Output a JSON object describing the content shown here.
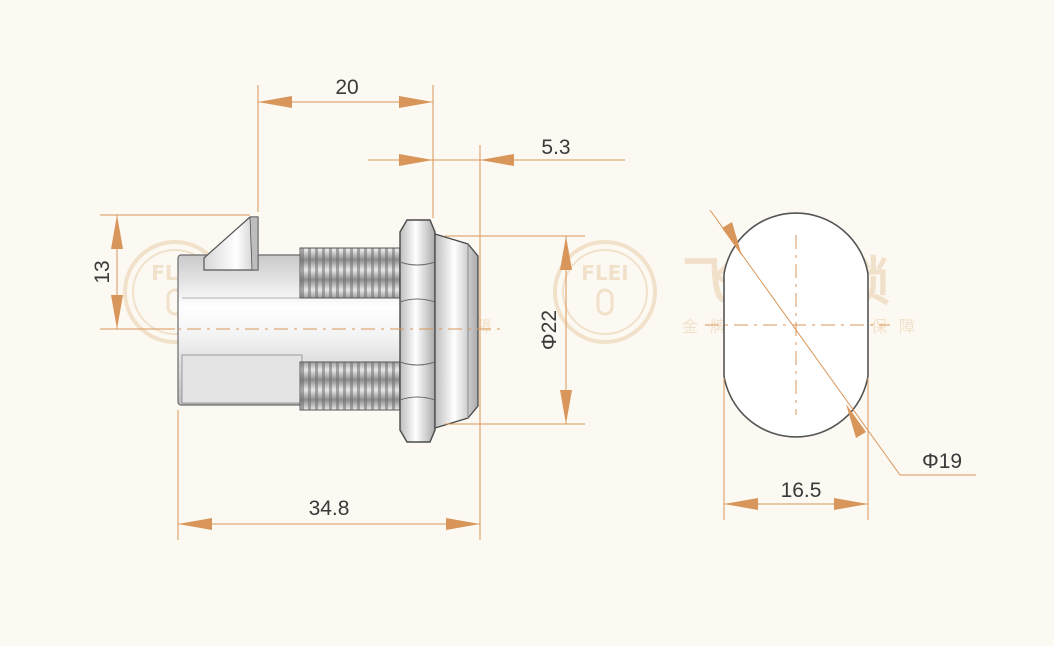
{
  "colors": {
    "background": "#fcf9f3",
    "dimension_line": "#d9965a",
    "outline": "#555555",
    "metal_light": "#f7f7f7",
    "metal_dark": "#9a9a9a",
    "watermark": "#efd9bd"
  },
  "dimensions": {
    "cam_height": "13",
    "cam_to_nut": "20",
    "flange_thickness": "5.3",
    "flange_diameter": "Φ22",
    "total_length": "34.8",
    "face_flat_width": "16.5",
    "face_diameter": "Φ19"
  },
  "watermark": {
    "logo_text": "FLEI",
    "brand_name": "飞雷柜锁",
    "slogan_left": "金牌品质",
    "slogan_right": "安全保障"
  }
}
